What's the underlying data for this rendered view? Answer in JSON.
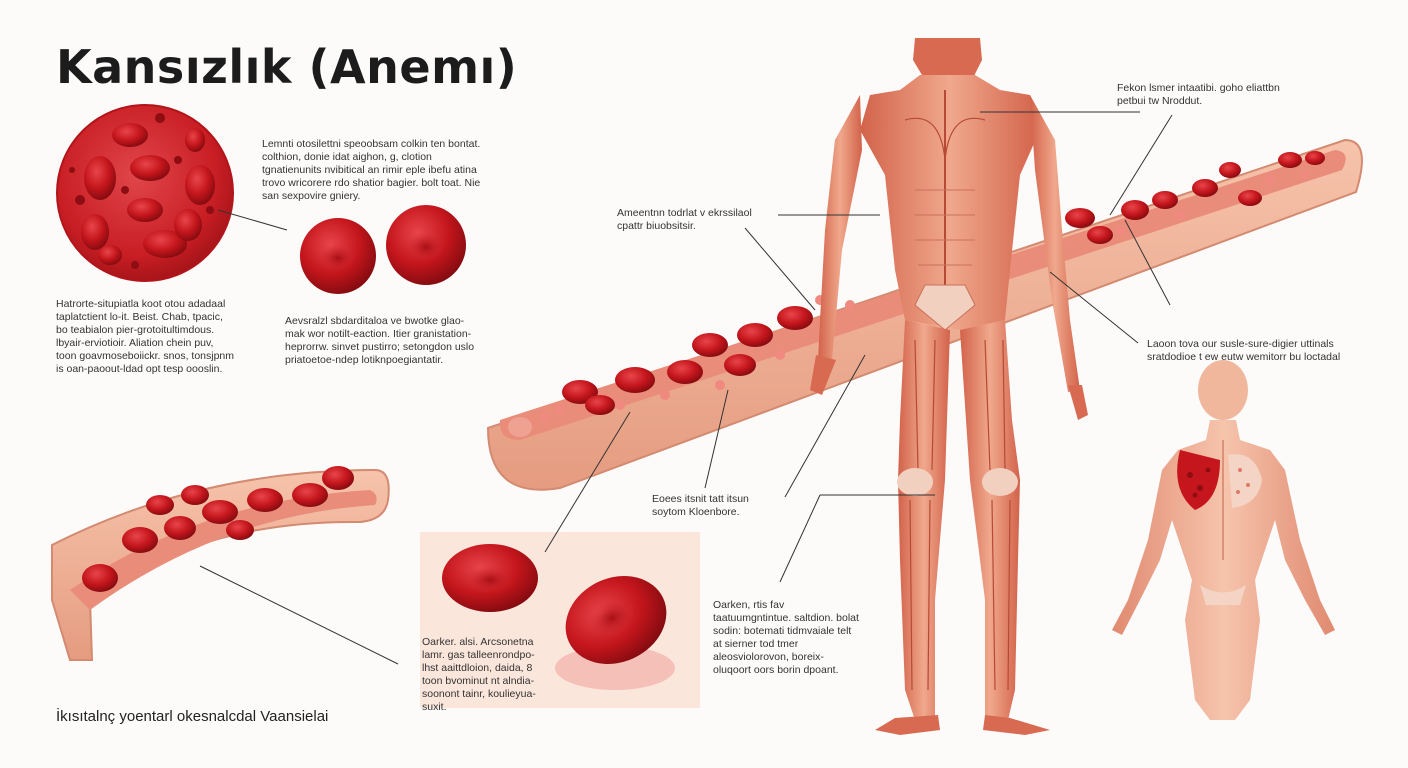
{
  "title": "Kansızlık (Anemı)",
  "annotations": {
    "blood_sample": "Lemnti otosilettni speoobsam colkin ten bontat. colthion, donie idat aighon, g, clotion tgnatienunits nvibitical an rimir eple ibefu atina trovo wricorere rdo shatior bagier. bolt toat. Nie san sexpovire gniery.",
    "left_cells": "Hatrorte-situpiatla koot otou adadaal taplatctient lo-it. Beist. Chab, tpacic, bo teabialon pier-grotoitultimdous. lbyair-erviotioir. Aliation chein puv, toon goavmoseboiickr. snos, tonsjpnm is oan-paoout-ldad opt tesp oooslin.",
    "center_cells": "Aevsralzl sbdarditaloa ve bwotke glao-mak wor notilt-eaction. Itier granistation-heprorrw. sinvet pustirro; setongdon uslo priatoetoe-ndep lotiknpoegiantatir.",
    "vessel_label": "Ameentnn todrlat v ekrssilaol cpattr biuobsitsir.",
    "body_top": "Fekon lsmer intaatibi. goho eliattbn petbui tw Nroddut.",
    "body_right": "Laoon tova our susle-sure-digier uttinals sratdodioe t ew eutw wemitorr bu loctadal",
    "body_center": "Eoees itsnit tatt itsun soytom Kloenbore.",
    "body_lower": "Oarken, rtis fav taatuumgntintue. saltdion. bolat sodin: botemati tidmvaiale telt at sierner tod tmer aleosviolorovon, boreix-oluqoort oors borin dpoant.",
    "inset_text": "Oarker. alsi. Arcsonetna lamr. gas talleenrondpo-lhst aaittdloion, daida, 8 toon bvominut nt alndia-soonont tainr, koulieyua-suxit."
  },
  "footer": "İkısıtalnç yoentarl okesnalcdal Vaansielai",
  "colors": {
    "blood": "#c4161c",
    "blood_dark": "#8e0d12",
    "tissue": "#f3b79b",
    "tissue_dark": "#d98a6f",
    "muscle": "#d9674f",
    "skin": "#f0b79c"
  }
}
